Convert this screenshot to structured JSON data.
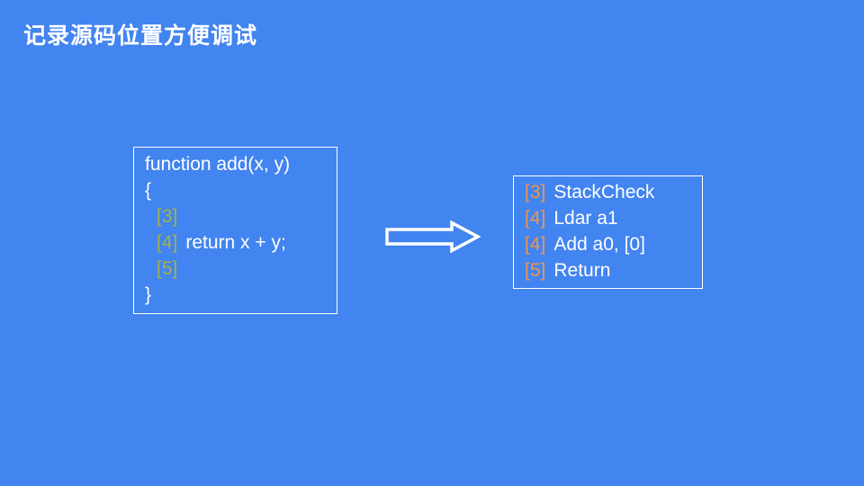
{
  "slide": {
    "title": "记录源码位置方便调试"
  },
  "colors": {
    "background": "#4284f0",
    "text": "#ffffff",
    "box_border": "#ffffff",
    "source_lineno": "#a2b14c",
    "bytecode_lineno": "#f2944a"
  },
  "source_box": {
    "lines": [
      {
        "lineno": "",
        "code": "function add(x, y)"
      },
      {
        "lineno": "",
        "code": "{"
      },
      {
        "lineno": "[3]",
        "code": ""
      },
      {
        "lineno": "[4]",
        "code": "return x + y;"
      },
      {
        "lineno": "[5]",
        "code": ""
      },
      {
        "lineno": "",
        "code": "}"
      }
    ]
  },
  "bytecode_box": {
    "lines": [
      {
        "lineno": "[3]",
        "code": "StackCheck"
      },
      {
        "lineno": "[4]",
        "code": "Ldar a1"
      },
      {
        "lineno": "[4]",
        "code": "Add a0, [0]"
      },
      {
        "lineno": "[5]",
        "code": "Return"
      }
    ]
  },
  "arrow": {
    "icon": "right-block-arrow"
  }
}
